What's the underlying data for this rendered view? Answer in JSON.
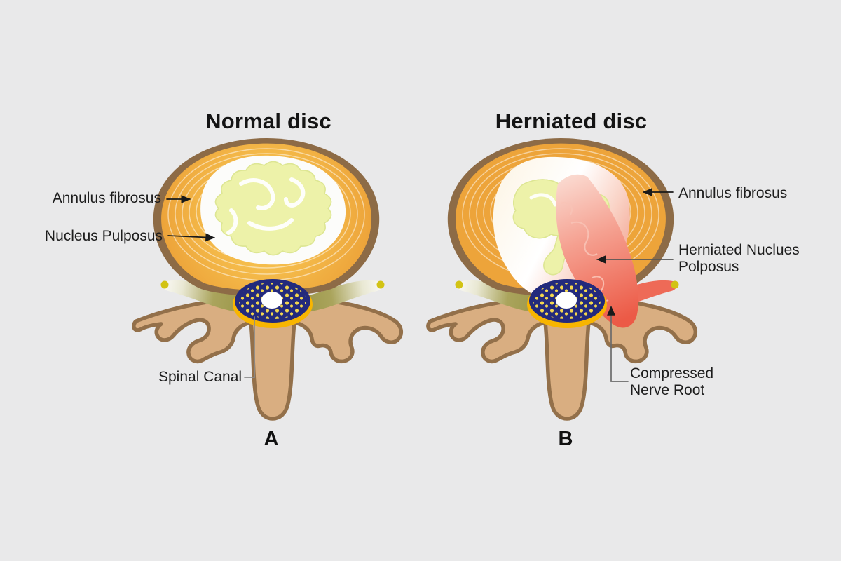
{
  "panels": {
    "normal": {
      "title": "Normal disc",
      "letter": "A",
      "labels": {
        "annulus": "Annulus fibrosus",
        "nucleus": "Nucleus Pulposus",
        "spinal_canal": "Spinal Canal"
      }
    },
    "herniated": {
      "title": "Herniated disc",
      "letter": "B",
      "labels": {
        "annulus": "Annulus fibrosus",
        "herniated_nucleus_line1": "Herniated Nuclues",
        "herniated_nucleus_line2": "Polposus",
        "compressed_line1": "Compressed",
        "compressed_line2": "Nerve Root"
      }
    }
  },
  "colors": {
    "background": "#e9e9ea",
    "disc_outer_brown": "#8d6b46",
    "annulus_orange": "#eda73c",
    "annulus_inner_orange": "#f5bd4c",
    "cavity_white": "#fcfcfa",
    "nucleus_pale_green": "#edf2a9",
    "bone_tan": "#d9ae81",
    "bone_outline": "#93704a",
    "canal_navy": "#232a7c",
    "canal_rim_yellow": "#f8b501",
    "canal_dot_yellow": "#f3d74f",
    "nerve_olive": "#8f8c3a",
    "nerve_ball_yellow": "#d2c314",
    "herniation_red": "#ec5a46",
    "compressed_nerve_pink": "#ef7261",
    "label_text": "#1d1d1d"
  }
}
